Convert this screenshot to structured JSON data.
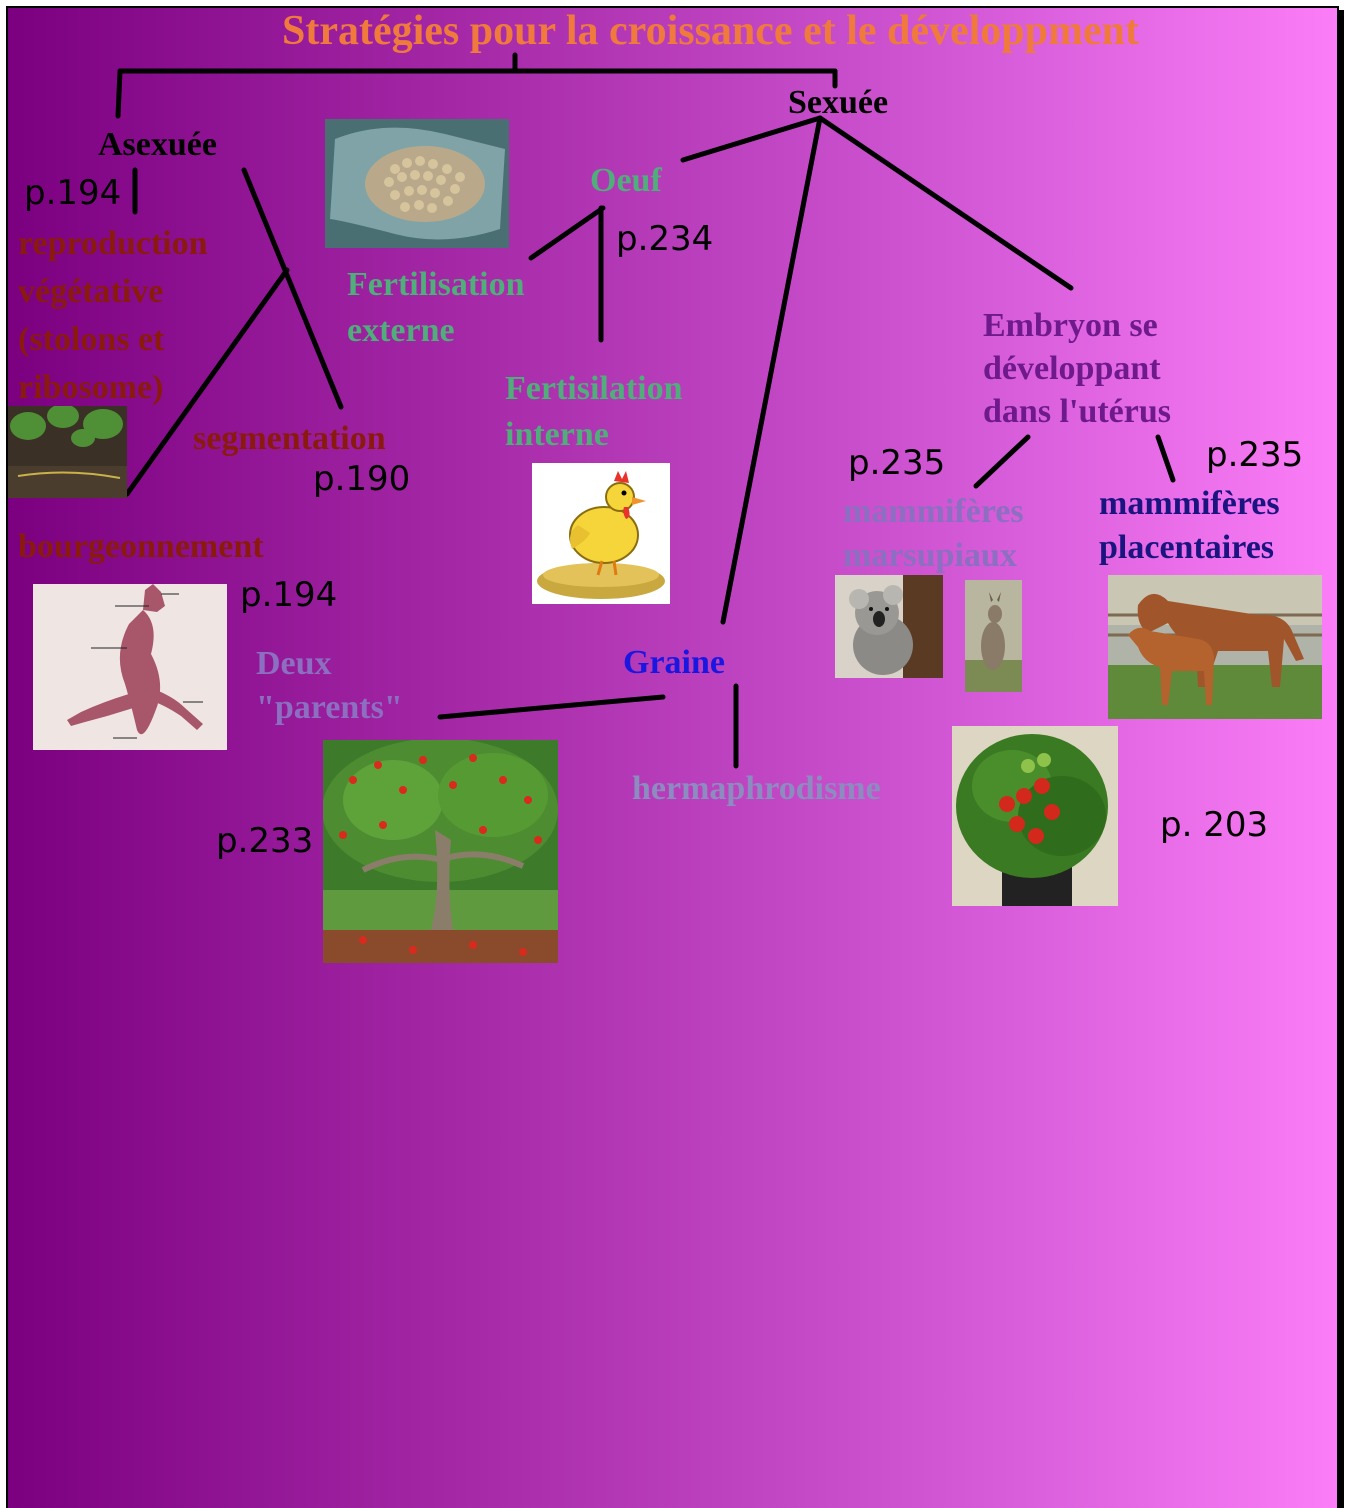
{
  "title": "Stratégies pour la croissance et le développment",
  "colors": {
    "title": "#f07a3c",
    "black": "#000000",
    "brown": "#8b1a0e",
    "green": "#4fae7a",
    "purple": "#6e1a8c",
    "grey_purple": "#8c6fc0",
    "blue": "#1a18e0",
    "navy": "#1a1480",
    "grey_blue": "#8c8cc0"
  },
  "nodes": {
    "asexuee": "Asexuée",
    "sexuee": "Sexuée",
    "reproduction_vegetative": [
      "reproduction",
      "végétative",
      "(stolons et",
      "ribosome)"
    ],
    "segmentation": "segmentation",
    "bourgeonnement": "bourgeonnement",
    "deux_parents": [
      "Deux",
      "\"parents\""
    ],
    "oeuf": "Oeuf",
    "fertilisation_externe": [
      "Fertilisation",
      "externe"
    ],
    "fertilisation_interne": [
      "Fertisilation",
      "interne"
    ],
    "graine": "Graine",
    "hermaphrodisme": "hermaphrodisme",
    "embryon": [
      "Embryon se",
      "développant",
      "dans l'utérus"
    ],
    "marsupiaux": [
      "mammifères",
      "marsupiaux"
    ],
    "placentaires": [
      "mammifères",
      "placentaires"
    ]
  },
  "page_refs": {
    "asexuee": "p.194",
    "segmentation": "p.190",
    "bourgeonnement": "p.194",
    "oeuf": "p.234",
    "marsupiaux": "p.235",
    "placentaires": "p.235",
    "apple_tree": "p.233",
    "tomato": "p. 203"
  },
  "images": [
    "eggs-photo",
    "stolon-plant-photo",
    "flatworm-diagram",
    "hen-on-nest-cartoon",
    "apple-tree-photo",
    "koala-photo",
    "kangaroo-photo",
    "horses-photo",
    "tomato-plant-photo"
  ]
}
